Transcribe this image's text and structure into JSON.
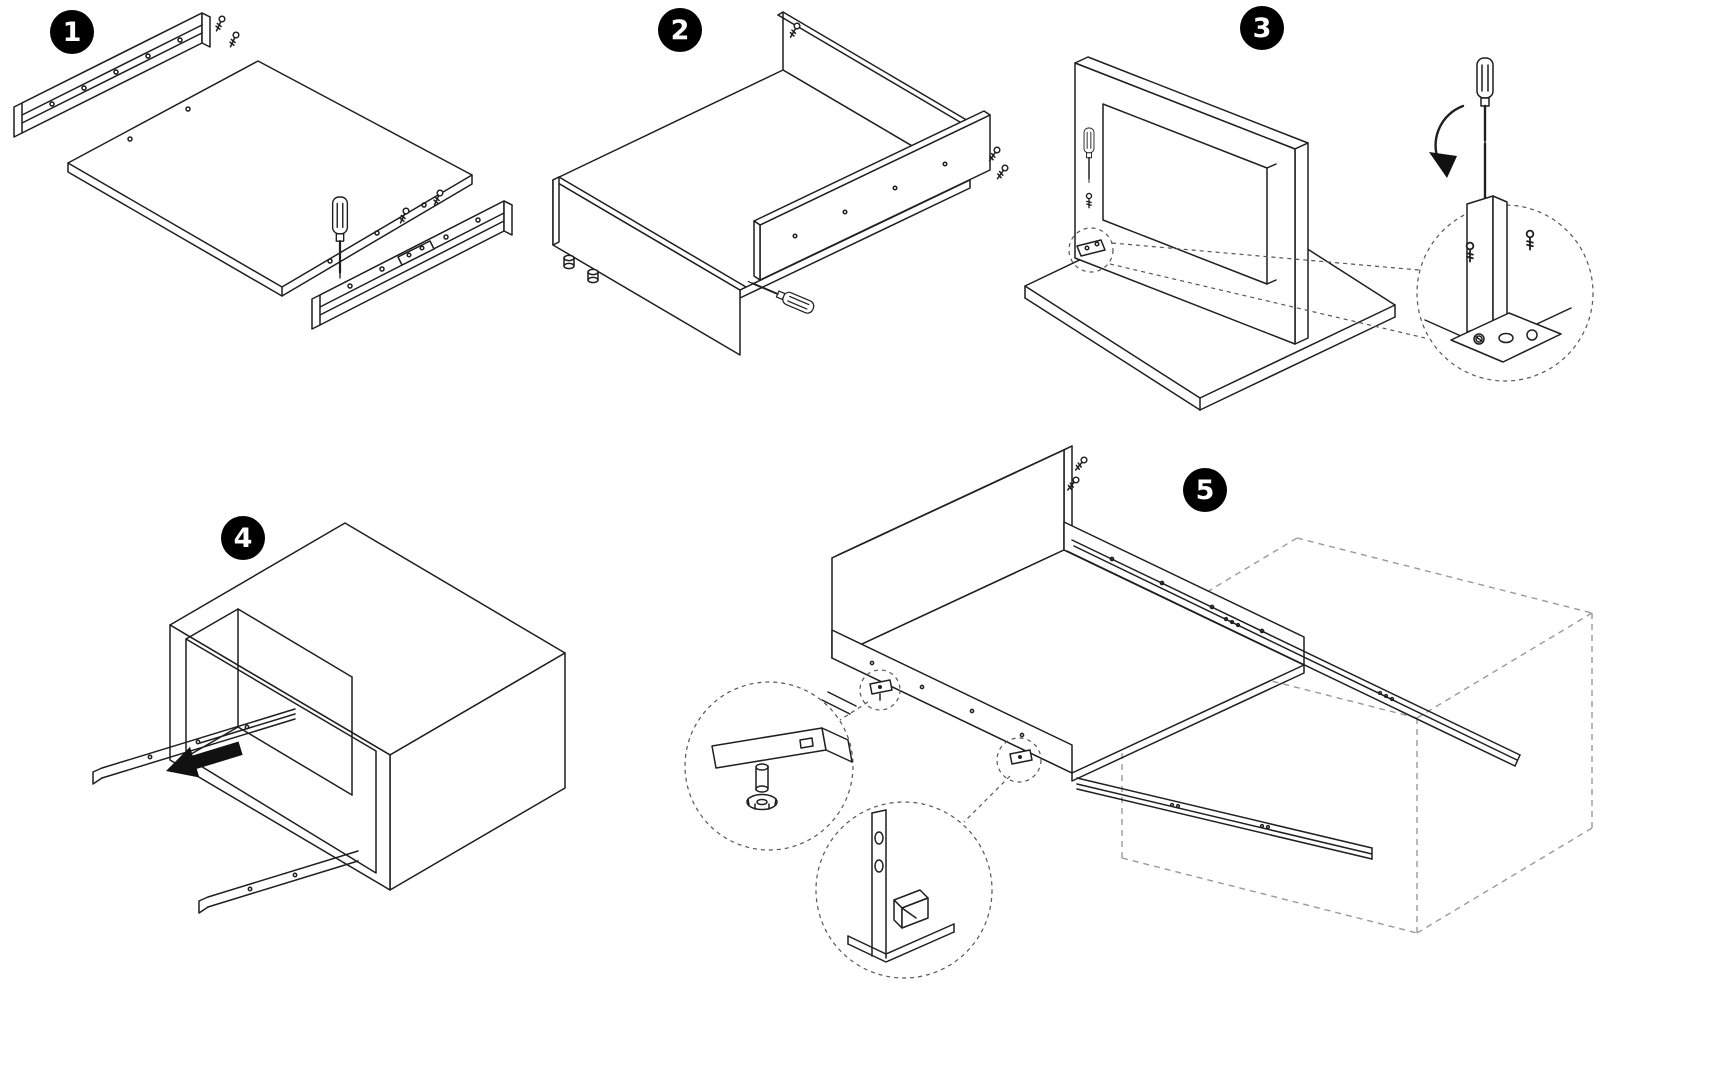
{
  "page": {
    "kind": "furniture-assembly-instruction-sheet",
    "background": "#ffffff"
  },
  "colors": {
    "line": "#1f1f1f",
    "dashed_guide": "#9a9a9a",
    "detail_dash": "#565656",
    "badge_background": "#000000",
    "badge_text": "#ffffff",
    "arrow_fill": "#111111"
  },
  "steps": [
    {
      "number": "1",
      "name": "attach-slide-rails-to-drawer-bottom"
    },
    {
      "number": "2",
      "name": "attach-back-rail-to-drawer-box"
    },
    {
      "number": "3",
      "name": "fasten-frame-to-base-panel"
    },
    {
      "number": "4",
      "name": "extend-runners-from-cabinet"
    },
    {
      "number": "5",
      "name": "mount-drawer-onto-cabinet-runners"
    }
  ],
  "icons": [
    "screwdriver-icon",
    "screw-icon",
    "rotation-arrow-icon",
    "direction-arrow-icon",
    "zoom-detail-circle"
  ]
}
